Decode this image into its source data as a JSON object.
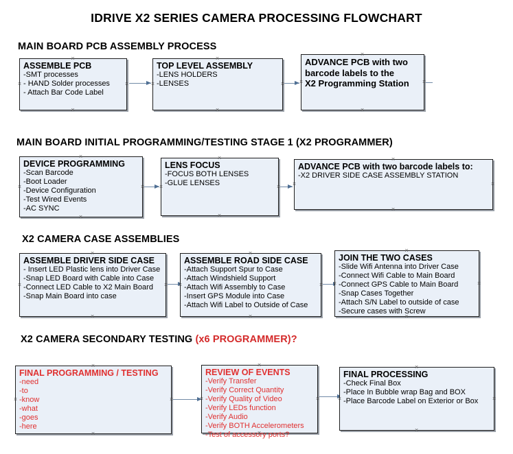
{
  "document": {
    "title": "IDRIVE X2  SERIES CAMERA PROCESSING FLOWCHART"
  },
  "colors": {
    "box_fill": "#eaf0f8",
    "box_border": "#1d1d1d",
    "box_shadow": "#9aa0a8",
    "arrow": "#7089a6",
    "accent_red": "#e03030",
    "heading_red": "#d42a2a",
    "text": "#000000"
  },
  "sections": [
    {
      "id": "main-board-pcb-assembly",
      "heading": "MAIN BOARD PCB ASSEMBLY PROCESS",
      "heading_accent": "",
      "boxes": [
        {
          "id": "assemble-pcb",
          "title": "ASSEMBLE PCB",
          "lines": [
            "-SMT processes",
            "- HAND Solder processes",
            "- Attach Bar Code Label"
          ]
        },
        {
          "id": "top-level-assembly",
          "title": "TOP LEVEL ASSEMBLY",
          "lines": [
            "-LENS HOLDERS",
            "-LENSES"
          ]
        },
        {
          "id": "advance-pcb-programming-station",
          "title": "ADVANCE PCB with two",
          "lines": [
            "barcode labels to the",
            " X2 Programming Station"
          ]
        }
      ]
    },
    {
      "id": "main-board-initial-programming",
      "heading": "MAIN BOARD INITIAL PROGRAMMING/TESTING STAGE 1 (X2 PROGRAMMER)",
      "heading_accent": "",
      "boxes": [
        {
          "id": "device-programming",
          "title": "DEVICE PROGRAMMING",
          "lines": [
            "-Scan Barcode",
            "-Boot Loader",
            "-Device Configuration",
            "-Test Wired Events",
            "-AC SYNC"
          ]
        },
        {
          "id": "lens-focus",
          "title": "LENS FOCUS",
          "lines": [
            "-FOCUS BOTH LENSES",
            "-GLUE LENSES"
          ]
        },
        {
          "id": "advance-pcb-driver-side-case",
          "title": "ADVANCE PCB with two barcode labels to:",
          "lines": [
            "-X2 DRIVER  SIDE  CASE  ASSEMBLY STATION"
          ]
        }
      ]
    },
    {
      "id": "x2-camera-case-assemblies",
      "heading": "X2 CAMERA CASE ASSEMBLIES",
      "heading_accent": "",
      "boxes": [
        {
          "id": "assemble-driver-side-case",
          "title": "ASSEMBLE DRIVER SIDE CASE",
          "lines": [
            "- Insert LED Plastic lens into Driver Case",
            "-Snap LED Board with Cable into Case",
            "-Connect LED Cable to X2 Main Board",
            "-Snap Main Board into case"
          ]
        },
        {
          "id": "assemble-road-side-case",
          "title": "ASSEMBLE ROAD SIDE CASE",
          "lines": [
            "-Attach Support Spur to Case",
            "-Attach Windshield Support",
            "-Attach Wifi Assembly to Case",
            "-Insert GPS Module into Case",
            "-Attach Wifi Label to Outside of Case"
          ]
        },
        {
          "id": "join-the-two-cases",
          "title": "JOIN THE TWO CASES",
          "lines": [
            "-Slide Wifi Antenna into Driver Case",
            "-Connect Wifi Cable to Main Board",
            "-Connect GPS Cable to Main Board",
            "-Snap Cases Together",
            "-Attach S/N Label to outside of case",
            "-Secure cases with Screw"
          ]
        }
      ]
    },
    {
      "id": "x2-camera-secondary-testing",
      "heading": "X2 CAMERA SECONDARY TESTING ",
      "heading_accent": "(x6 PROGRAMMER)?",
      "boxes": [
        {
          "id": "final-programming-testing",
          "title": "FINAL PROGRAMMING / TESTING",
          "lines": [
            "-need",
            "-to",
            "-know",
            "-what",
            "-goes",
            "-here"
          ]
        },
        {
          "id": "review-of-events",
          "title": "REVIEW OF EVENTS",
          "lines": [
            "-Verify Transfer",
            "-Verify Correct Quantity",
            "-Verify Quality of Video",
            "-Verify LEDs function",
            "-Verify Audio",
            "-Verify BOTH Accelerometers",
            "-Test of accessory ports?"
          ]
        },
        {
          "id": "final-processing",
          "title": "FINAL PROCESSING",
          "lines": [
            " -Check Final Box",
            "-Place In Bubble wrap Bag and BOX",
            "-Place Barcode Label on Exterior or Box"
          ]
        }
      ]
    }
  ]
}
